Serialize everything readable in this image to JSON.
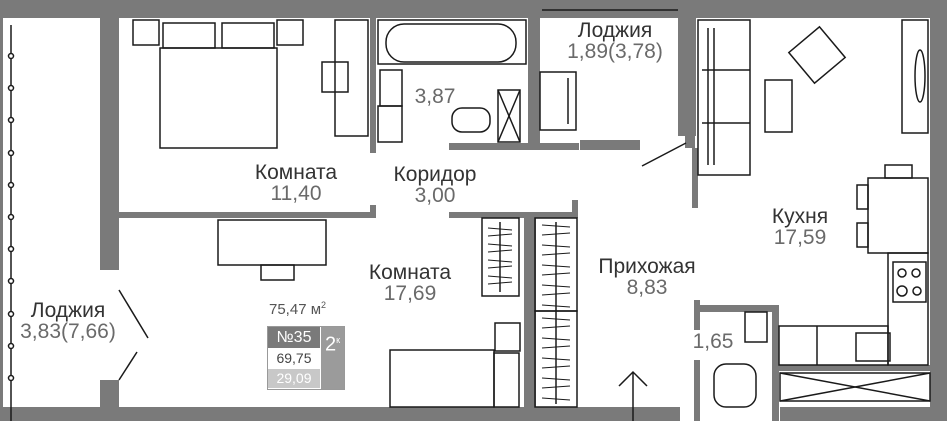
{
  "plan": {
    "colors": {
      "wall": "#7a7a7a",
      "line": "#1a1a1a",
      "label": "#333333",
      "area": "#6a6a6a",
      "background": "#ffffff"
    },
    "rooms": [
      {
        "id": "loggia-left",
        "name": "Лоджия",
        "area": "3,83(7,66)"
      },
      {
        "id": "bedroom",
        "name": "Комната",
        "area": "11,40"
      },
      {
        "id": "bathroom",
        "name": "",
        "area": "3,87"
      },
      {
        "id": "loggia-top",
        "name": "Лоджия",
        "area": "1,89(3,78)"
      },
      {
        "id": "corridor",
        "name": "Коридор",
        "area": "3,00"
      },
      {
        "id": "kitchen",
        "name": "Кухня",
        "area": "17,59"
      },
      {
        "id": "living-room",
        "name": "Комната",
        "area": "17,69"
      },
      {
        "id": "hallway",
        "name": "Прихожая",
        "area": "8,83"
      },
      {
        "id": "wc",
        "name": "",
        "area": "1,65"
      }
    ],
    "info": {
      "total_area": "75,47",
      "total_unit": "м",
      "unit_sup": "2",
      "apartment_number": "№35",
      "living_area": "69,75",
      "kitchen_area": "29,09",
      "rooms_count": "2",
      "rooms_sup": "к"
    }
  }
}
